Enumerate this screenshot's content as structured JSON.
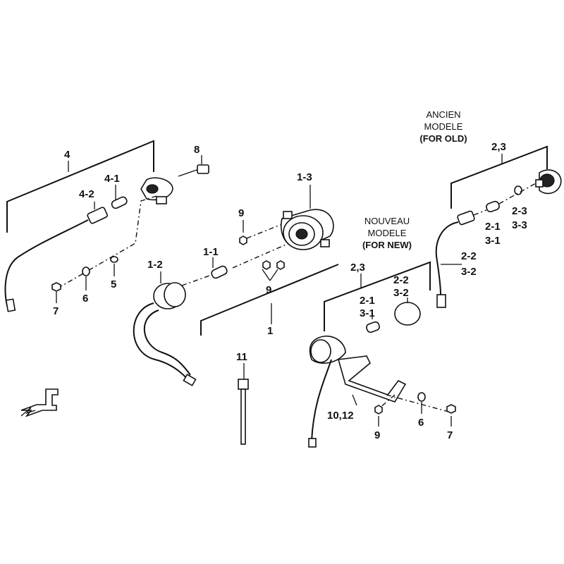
{
  "diagram": {
    "callouts": {
      "c4": "4",
      "c4_1": "4-1",
      "c4_2": "4-2",
      "c8": "8",
      "c7_left": "7",
      "c6_left": "6",
      "c5": "5",
      "c1_2": "1-2",
      "c1_1": "1-1",
      "c9_top": "9",
      "c1_3": "1-3",
      "c9_mid": "9",
      "c1": "1",
      "c11": "11",
      "c2_3_new": "2,3",
      "c2_2_new": "2-2",
      "c3_2_new": "3-2",
      "c2_1_new": "2-1",
      "c3_1_new": "3-1",
      "c10_12": "10,12",
      "c9_bottom": "9",
      "c6_right": "6",
      "c7_right": "7",
      "c2_3_old": "2,3",
      "c2_3_sub_old": "2-3",
      "c3_3_old": "3-3",
      "c2_1_old": "2-1",
      "c3_1_old": "3-1",
      "c2_2_old": "2-2",
      "c3_2_old": "3-2"
    },
    "notes": {
      "old_line1": "ANCIEN",
      "old_line2": "MODELE",
      "old_line3": "(FOR OLD)",
      "new_line1": "NOUVEAU",
      "new_line2": "MODELE",
      "new_line3": "(FOR NEW)"
    }
  }
}
